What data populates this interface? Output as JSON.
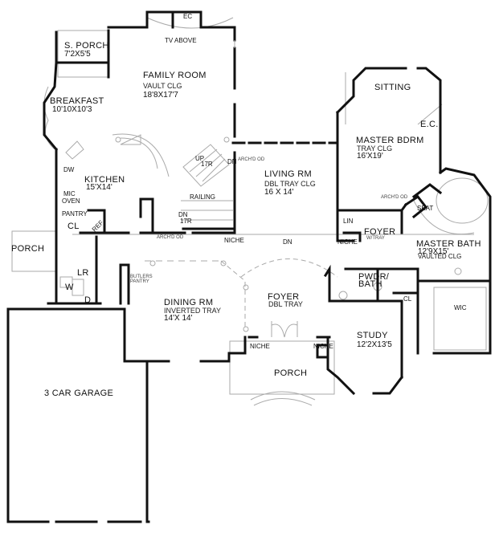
{
  "plan": {
    "type": "floor-plan",
    "rooms": [
      {
        "id": "s_porch",
        "name": "S. PORCH",
        "dims": "7'2X5'5"
      },
      {
        "id": "family_room",
        "name": "FAMILY  ROOM",
        "ceiling": "VAULT CLG",
        "dims": "18'8X17'7"
      },
      {
        "id": "breakfast",
        "name": "BREAKFAST",
        "dims": "10'10X10'3"
      },
      {
        "id": "kitchen",
        "name": "KITCHEN",
        "dims": "15'X14'"
      },
      {
        "id": "living_rm",
        "name": "LIVING  RM",
        "ceiling": "DBL TRAY CLG",
        "dims": "16 X 14'"
      },
      {
        "id": "sitting",
        "name": "SITTING"
      },
      {
        "id": "master_bdrm",
        "name": "MASTER BDRM",
        "ceiling": "TRAY CLG",
        "dims": "16'X19'"
      },
      {
        "id": "master_bath",
        "name": "MASTER BATH",
        "dims": "12'9X15'",
        "ceiling": "VAULTED CLG"
      },
      {
        "id": "wic",
        "name": "WIC"
      },
      {
        "id": "pwdr_bath",
        "name": "PWDR/",
        "name2": "BATH"
      },
      {
        "id": "study",
        "name": "STUDY",
        "dims": "12'2X13'5"
      },
      {
        "id": "foyer_main",
        "name": "FOYER",
        "ceiling": "DBL TRAY"
      },
      {
        "id": "foyer_master",
        "name": "FOYER",
        "ceiling": "W/TRAY"
      },
      {
        "id": "dining_rm",
        "name": "DINING RM",
        "ceiling": "INVERTED TRAY",
        "dims": "14'X 14'"
      },
      {
        "id": "front_porch",
        "name": "PORCH"
      },
      {
        "id": "side_porch",
        "name": "PORCH"
      },
      {
        "id": "garage",
        "name": "3 CAR GARAGE"
      }
    ],
    "labels": {
      "ec_top": "EC",
      "tv_above": "TV ABOVE",
      "ec_master": "E.C.",
      "dw": "DW",
      "mic": "MIC",
      "oven": "OVEN",
      "pantry": "PANTRY",
      "cl_kitchen": "CL",
      "ref": "REF",
      "up_stairs": "UP",
      "up_risers": "17R",
      "dn_stairs": "DN",
      "dn_risers": "17R",
      "railing": "RAILING",
      "dn_living": "DN",
      "archd_od_living": "ARCH'D OD",
      "archd_od_kitchen": "ARCH'D OD",
      "archd_od_master": "ARCH'D OD",
      "niche_hall": "NICHE",
      "dn_hall": "DN",
      "niche_foyer": "NICHE",
      "lin": "LIN",
      "seat": "SEAT",
      "cl_master": "CL",
      "lr": "LR",
      "w": "W",
      "d": "D",
      "butlers": "BUTLERS",
      "pantry2": "PANTRY",
      "niche_porch_left": "NICHE",
      "niche_porch_right": "NICHE"
    },
    "colors": {
      "wall": "#111111",
      "thin_line": "#9a9a9a",
      "background": "#ffffff"
    }
  }
}
